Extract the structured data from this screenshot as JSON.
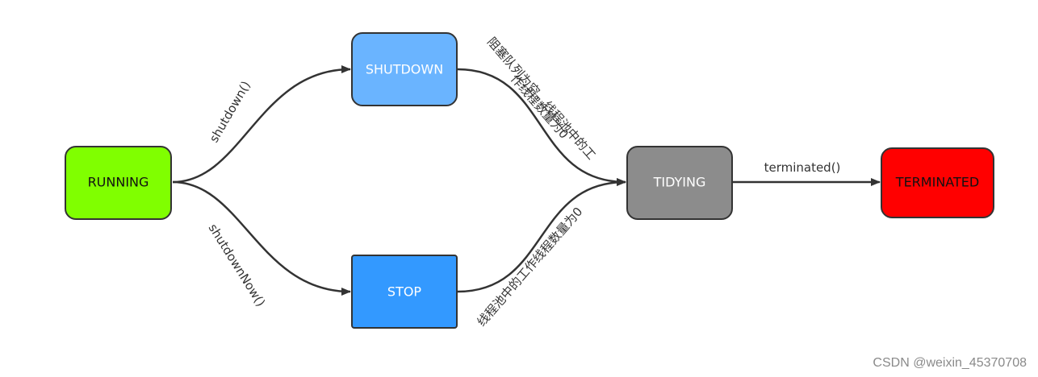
{
  "nodes": {
    "running": {
      "label": "RUNNING",
      "fill": "#80ff00",
      "text_color": "#111111"
    },
    "shutdown": {
      "label": "SHUTDOWN",
      "fill": "#6ab4ff",
      "text_color": "#ffffff"
    },
    "stop": {
      "label": "STOP",
      "fill": "#3399ff",
      "text_color": "#ffffff"
    },
    "tidying": {
      "label": "TIDYING",
      "fill": "#8c8c8c",
      "text_color": "#ffffff"
    },
    "terminated": {
      "label": "TERMINATED",
      "fill": "#ff0000",
      "text_color": "#111111"
    }
  },
  "edges": {
    "running_to_shutdown": "shutdown()",
    "running_to_stop": "shutdownNow()",
    "shutdown_to_tidying_line1": "阻塞队列为空，线程池中的工",
    "shutdown_to_tidying_line2": "作线程数量为0",
    "stop_to_tidying": "线程池中的工作线程数量为0",
    "tidying_to_terminated": "terminated()"
  },
  "colors": {
    "stroke": "#333333"
  },
  "watermark": "CSDN @weixin_45370708"
}
